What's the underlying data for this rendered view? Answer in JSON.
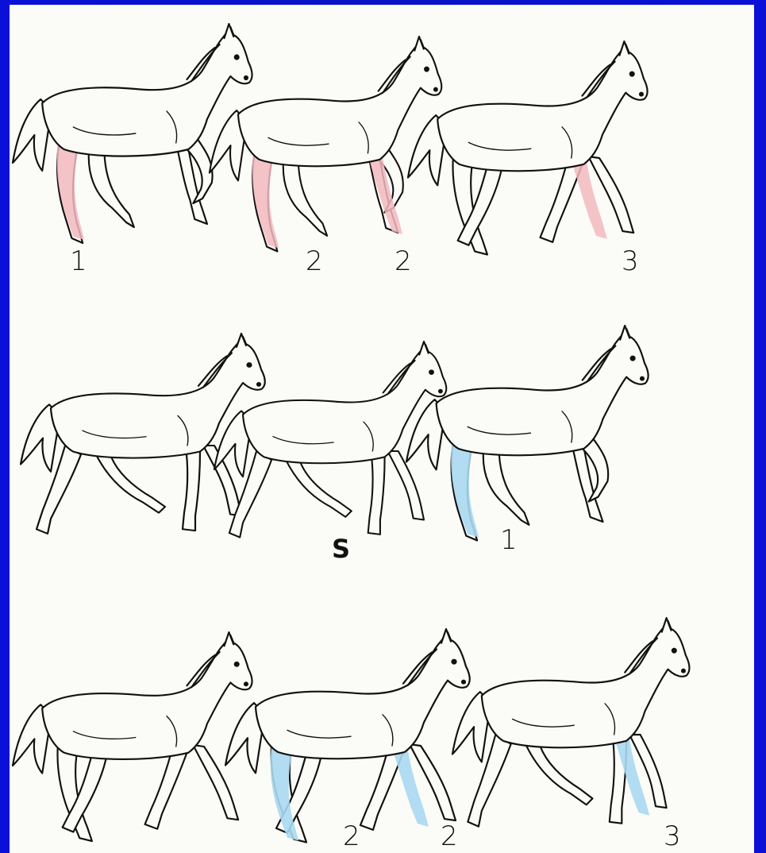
{
  "colors": {
    "frame": "#0a10c8",
    "paper": "#fbfbf7",
    "ink": "#111111",
    "rear_highlight": "#f2b8bf",
    "fore_highlight": "#a9d8f0"
  },
  "rows": [
    {
      "horses": [
        {
          "highlight": "hind",
          "color": "red"
        },
        {
          "highlight": "hind+fore",
          "color": "red"
        },
        {
          "highlight": "fore",
          "color": "red"
        }
      ],
      "labels": [
        "1",
        "2",
        "2",
        "3"
      ]
    },
    {
      "horses": [
        {
          "highlight": "none",
          "color": ""
        },
        {
          "highlight": "none",
          "color": ""
        },
        {
          "highlight": "hind",
          "color": "blue"
        }
      ],
      "labels": [
        "S",
        "1"
      ]
    },
    {
      "horses": [
        {
          "highlight": "none",
          "color": ""
        },
        {
          "highlight": "hind+fore",
          "color": "blue"
        },
        {
          "highlight": "fore",
          "color": "blue"
        }
      ],
      "labels": [
        "2",
        "2",
        "3"
      ]
    }
  ]
}
